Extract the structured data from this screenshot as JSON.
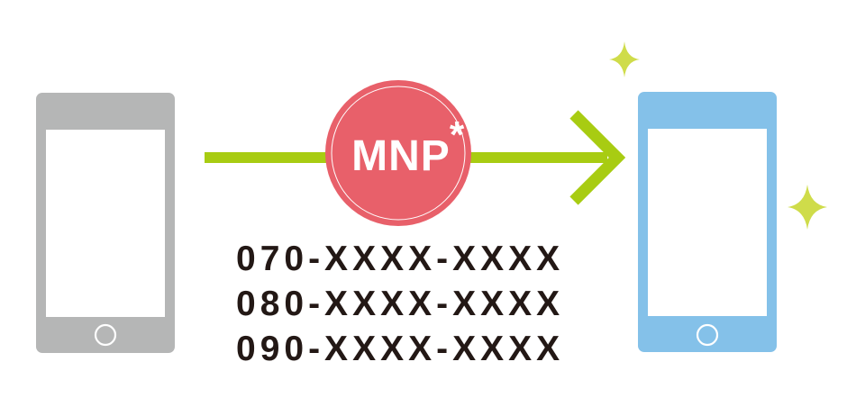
{
  "badge": {
    "label": "MNP",
    "asterisk": "*"
  },
  "phone_numbers": [
    "070-XXXX-XXXX",
    "080-XXXX-XXXX",
    "090-XXXX-XXXX"
  ],
  "colors": {
    "old_phone": "#b5b6b6",
    "new_phone": "#84c1e9",
    "arrow": "#a8cc12",
    "badge": "#e8606a",
    "sparkle": "#cfdc4a",
    "text": "#231815"
  },
  "icons": {
    "old_phone": "smartphone-icon",
    "new_phone": "smartphone-icon",
    "arrow": "arrow-right-icon",
    "sparkles": "sparkle-icon"
  }
}
